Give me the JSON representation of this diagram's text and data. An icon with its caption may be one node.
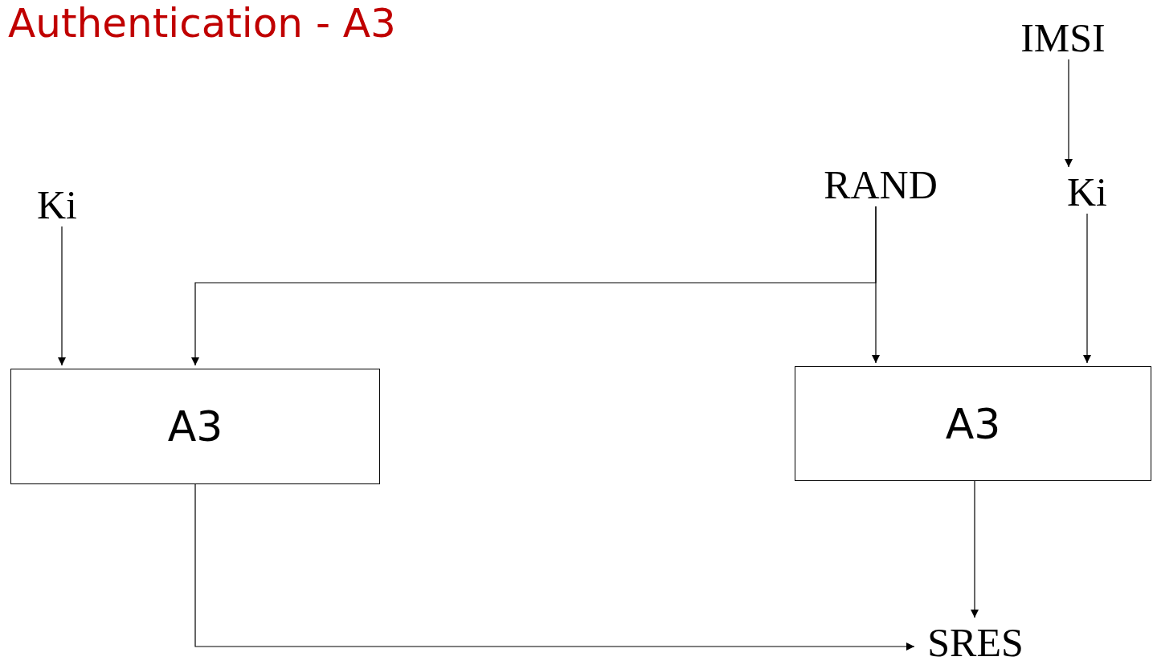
{
  "diagram": {
    "title": "Authentication - A3",
    "nodes": [
      {
        "text": [
          "Ki"
        ]
      },
      {
        "text": [
          "A3"
        ]
      },
      {
        "text": [
          "RAND"
        ]
      },
      {
        "text": [
          "IMSI"
        ]
      },
      {
        "text": [
          "Ki"
        ]
      },
      {
        "text": [
          "A3"
        ]
      },
      {
        "text": [
          "SRES"
        ]
      }
    ],
    "edges": [
      {
        "from": 0,
        "to": 1,
        "arrow": "to"
      },
      {
        "from": 2,
        "to": 1,
        "arrow": "to"
      },
      {
        "from": 2,
        "to": 5,
        "arrow": "to"
      },
      {
        "from": 3,
        "to": 4,
        "arrow": "to"
      },
      {
        "from": 4,
        "to": 5,
        "arrow": "to"
      },
      {
        "from": 5,
        "to": 6,
        "arrow": "to"
      },
      {
        "from": 1,
        "to": 6,
        "arrow": "to"
      }
    ]
  }
}
